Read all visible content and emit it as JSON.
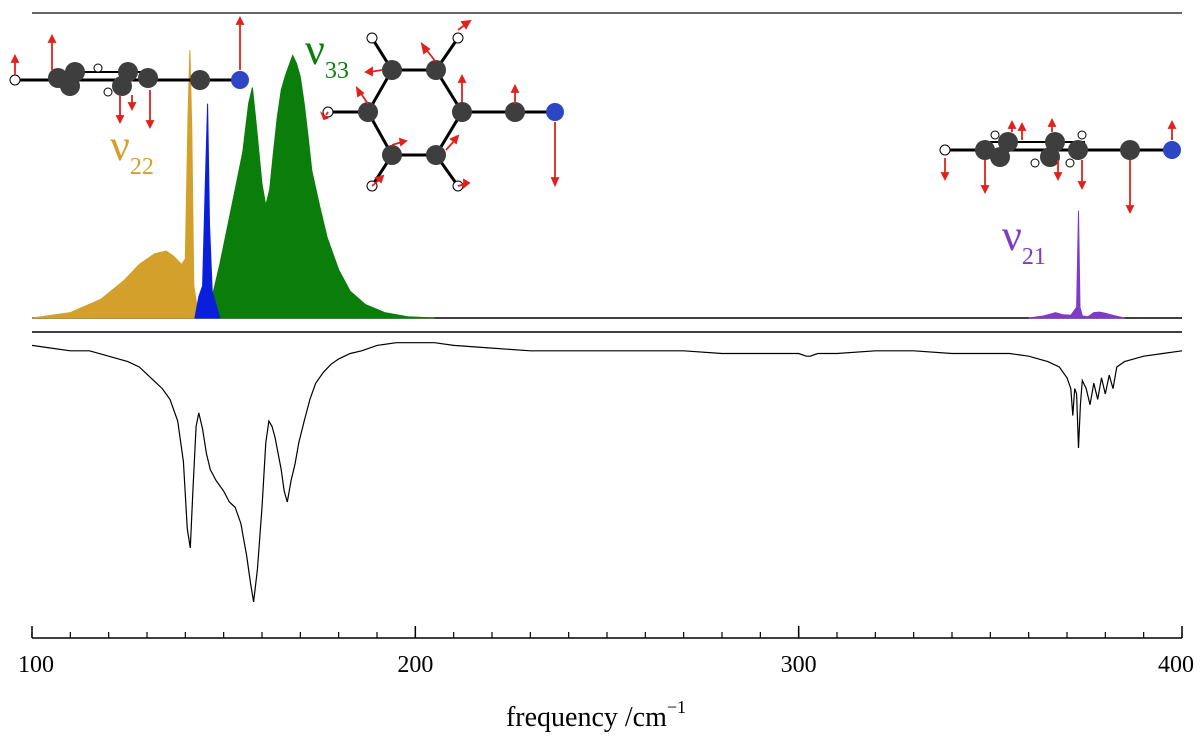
{
  "chart_data": {
    "type": "area",
    "xlabel": "frequency /cm",
    "xlabel_superscript": "−1",
    "xlim": [
      100,
      400
    ],
    "x_ticks": [
      100,
      200,
      300,
      400
    ],
    "x_minor_step": 10,
    "grid": false,
    "colors": {
      "nu22": "#d4a02c",
      "band145": "#0a1fdc",
      "nu33": "#0b7d0b",
      "nu21": "#7f3ac8",
      "experiment": "#000000",
      "arrow": "#e0221c",
      "carbon": "#3e3e3e",
      "nitrogen": "#2c46c4",
      "hydrogen": "#ffffff",
      "bond": "#000000"
    },
    "annotations": [
      {
        "id": "nu22",
        "symbol": "ν",
        "subscript": "22",
        "x": 142,
        "color": "#d4a02c"
      },
      {
        "id": "nu33",
        "symbol": "ν",
        "subscript": "33",
        "x": 170,
        "color": "#0b7d0b"
      },
      {
        "id": "nu21",
        "symbol": "ν",
        "subscript": "21",
        "x": 373,
        "color": "#7f3ac8"
      }
    ],
    "series": [
      {
        "id": "nu22",
        "panel": "top",
        "color": "#d4a02c",
        "x": [
          100,
          110,
          118,
          124,
          128,
          132,
          135,
          137,
          139,
          140,
          140.7,
          141.2,
          141.7,
          142.2,
          143,
          144
        ],
        "y": [
          0,
          0.02,
          0.07,
          0.14,
          0.2,
          0.24,
          0.25,
          0.23,
          0.2,
          0.22,
          0.75,
          1.0,
          0.7,
          0.12,
          0.05,
          0
        ]
      },
      {
        "id": "band145",
        "panel": "top",
        "color": "#0a1fdc",
        "x": [
          142.5,
          143.5,
          144.5,
          145.2,
          145.8,
          146.3,
          147,
          148,
          149
        ],
        "y": [
          0,
          0.08,
          0.12,
          0.5,
          0.8,
          0.35,
          0.1,
          0.05,
          0
        ]
      },
      {
        "id": "nu33",
        "panel": "top",
        "color": "#0b7d0b",
        "x": [
          145,
          147,
          149,
          151,
          153,
          155,
          156.5,
          157.5,
          158.5,
          160,
          161,
          162,
          163,
          164,
          165,
          166,
          167,
          168,
          169,
          170,
          171,
          172,
          173,
          175,
          177,
          180,
          183,
          187,
          192,
          198,
          205
        ],
        "y": [
          0,
          0.08,
          0.2,
          0.34,
          0.48,
          0.62,
          0.8,
          0.86,
          0.72,
          0.5,
          0.42,
          0.48,
          0.62,
          0.75,
          0.85,
          0.9,
          0.94,
          0.98,
          0.95,
          0.9,
          0.8,
          0.68,
          0.55,
          0.42,
          0.3,
          0.18,
          0.1,
          0.05,
          0.02,
          0.005,
          0
        ]
      },
      {
        "id": "nu21",
        "panel": "top",
        "color": "#7f3ac8",
        "x": [
          360,
          364,
          367,
          369,
          371,
          372.5,
          373,
          373.4,
          374,
          375.5,
          377,
          378.5,
          380,
          382,
          385
        ],
        "y": [
          0,
          0.008,
          0.02,
          0.012,
          0.01,
          0.04,
          0.4,
          0.04,
          0.008,
          0.005,
          0.02,
          0.022,
          0.018,
          0.01,
          0
        ]
      },
      {
        "id": "experiment",
        "panel": "bottom",
        "color": "#000000",
        "x": [
          100,
          105,
          110,
          115,
          120,
          125,
          128,
          131,
          134,
          136,
          138,
          139.5,
          140.5,
          141.3,
          142,
          142.8,
          143.5,
          144.5,
          145.5,
          146.5,
          148,
          150,
          151.5,
          153,
          154.5,
          156,
          157,
          157.8,
          158.8,
          160,
          161,
          161.8,
          162.6,
          163.4,
          164.2,
          165,
          165.8,
          166.6,
          167.6,
          168.6,
          169.6,
          171,
          172.5,
          174,
          176,
          178,
          180,
          183,
          186,
          190,
          195,
          200,
          205,
          210,
          220,
          230,
          240,
          250,
          260,
          270,
          280,
          290,
          300,
          302,
          303,
          305,
          310,
          320,
          330,
          340,
          350,
          355,
          360,
          365,
          368,
          370,
          371,
          371.5,
          372,
          372.5,
          373,
          373.5,
          374,
          375,
          376,
          377,
          378,
          379,
          380,
          381,
          382,
          383,
          385,
          390,
          395,
          400
        ],
        "y": [
          0.02,
          0.03,
          0.04,
          0.04,
          0.06,
          0.08,
          0.1,
          0.14,
          0.18,
          0.22,
          0.3,
          0.45,
          0.7,
          0.77,
          0.55,
          0.32,
          0.27,
          0.33,
          0.42,
          0.48,
          0.52,
          0.56,
          0.6,
          0.62,
          0.68,
          0.8,
          0.9,
          0.97,
          0.85,
          0.62,
          0.38,
          0.3,
          0.32,
          0.36,
          0.42,
          0.48,
          0.56,
          0.6,
          0.52,
          0.46,
          0.38,
          0.3,
          0.22,
          0.16,
          0.12,
          0.09,
          0.07,
          0.05,
          0.04,
          0.02,
          0.01,
          0.01,
          0.01,
          0.02,
          0.03,
          0.04,
          0.04,
          0.04,
          0.04,
          0.04,
          0.05,
          0.05,
          0.05,
          0.06,
          0.06,
          0.05,
          0.05,
          0.04,
          0.04,
          0.05,
          0.05,
          0.05,
          0.06,
          0.08,
          0.1,
          0.14,
          0.18,
          0.28,
          0.18,
          0.2,
          0.4,
          0.24,
          0.15,
          0.18,
          0.24,
          0.16,
          0.22,
          0.14,
          0.2,
          0.13,
          0.18,
          0.1,
          0.08,
          0.06,
          0.05,
          0.04
        ]
      }
    ]
  }
}
